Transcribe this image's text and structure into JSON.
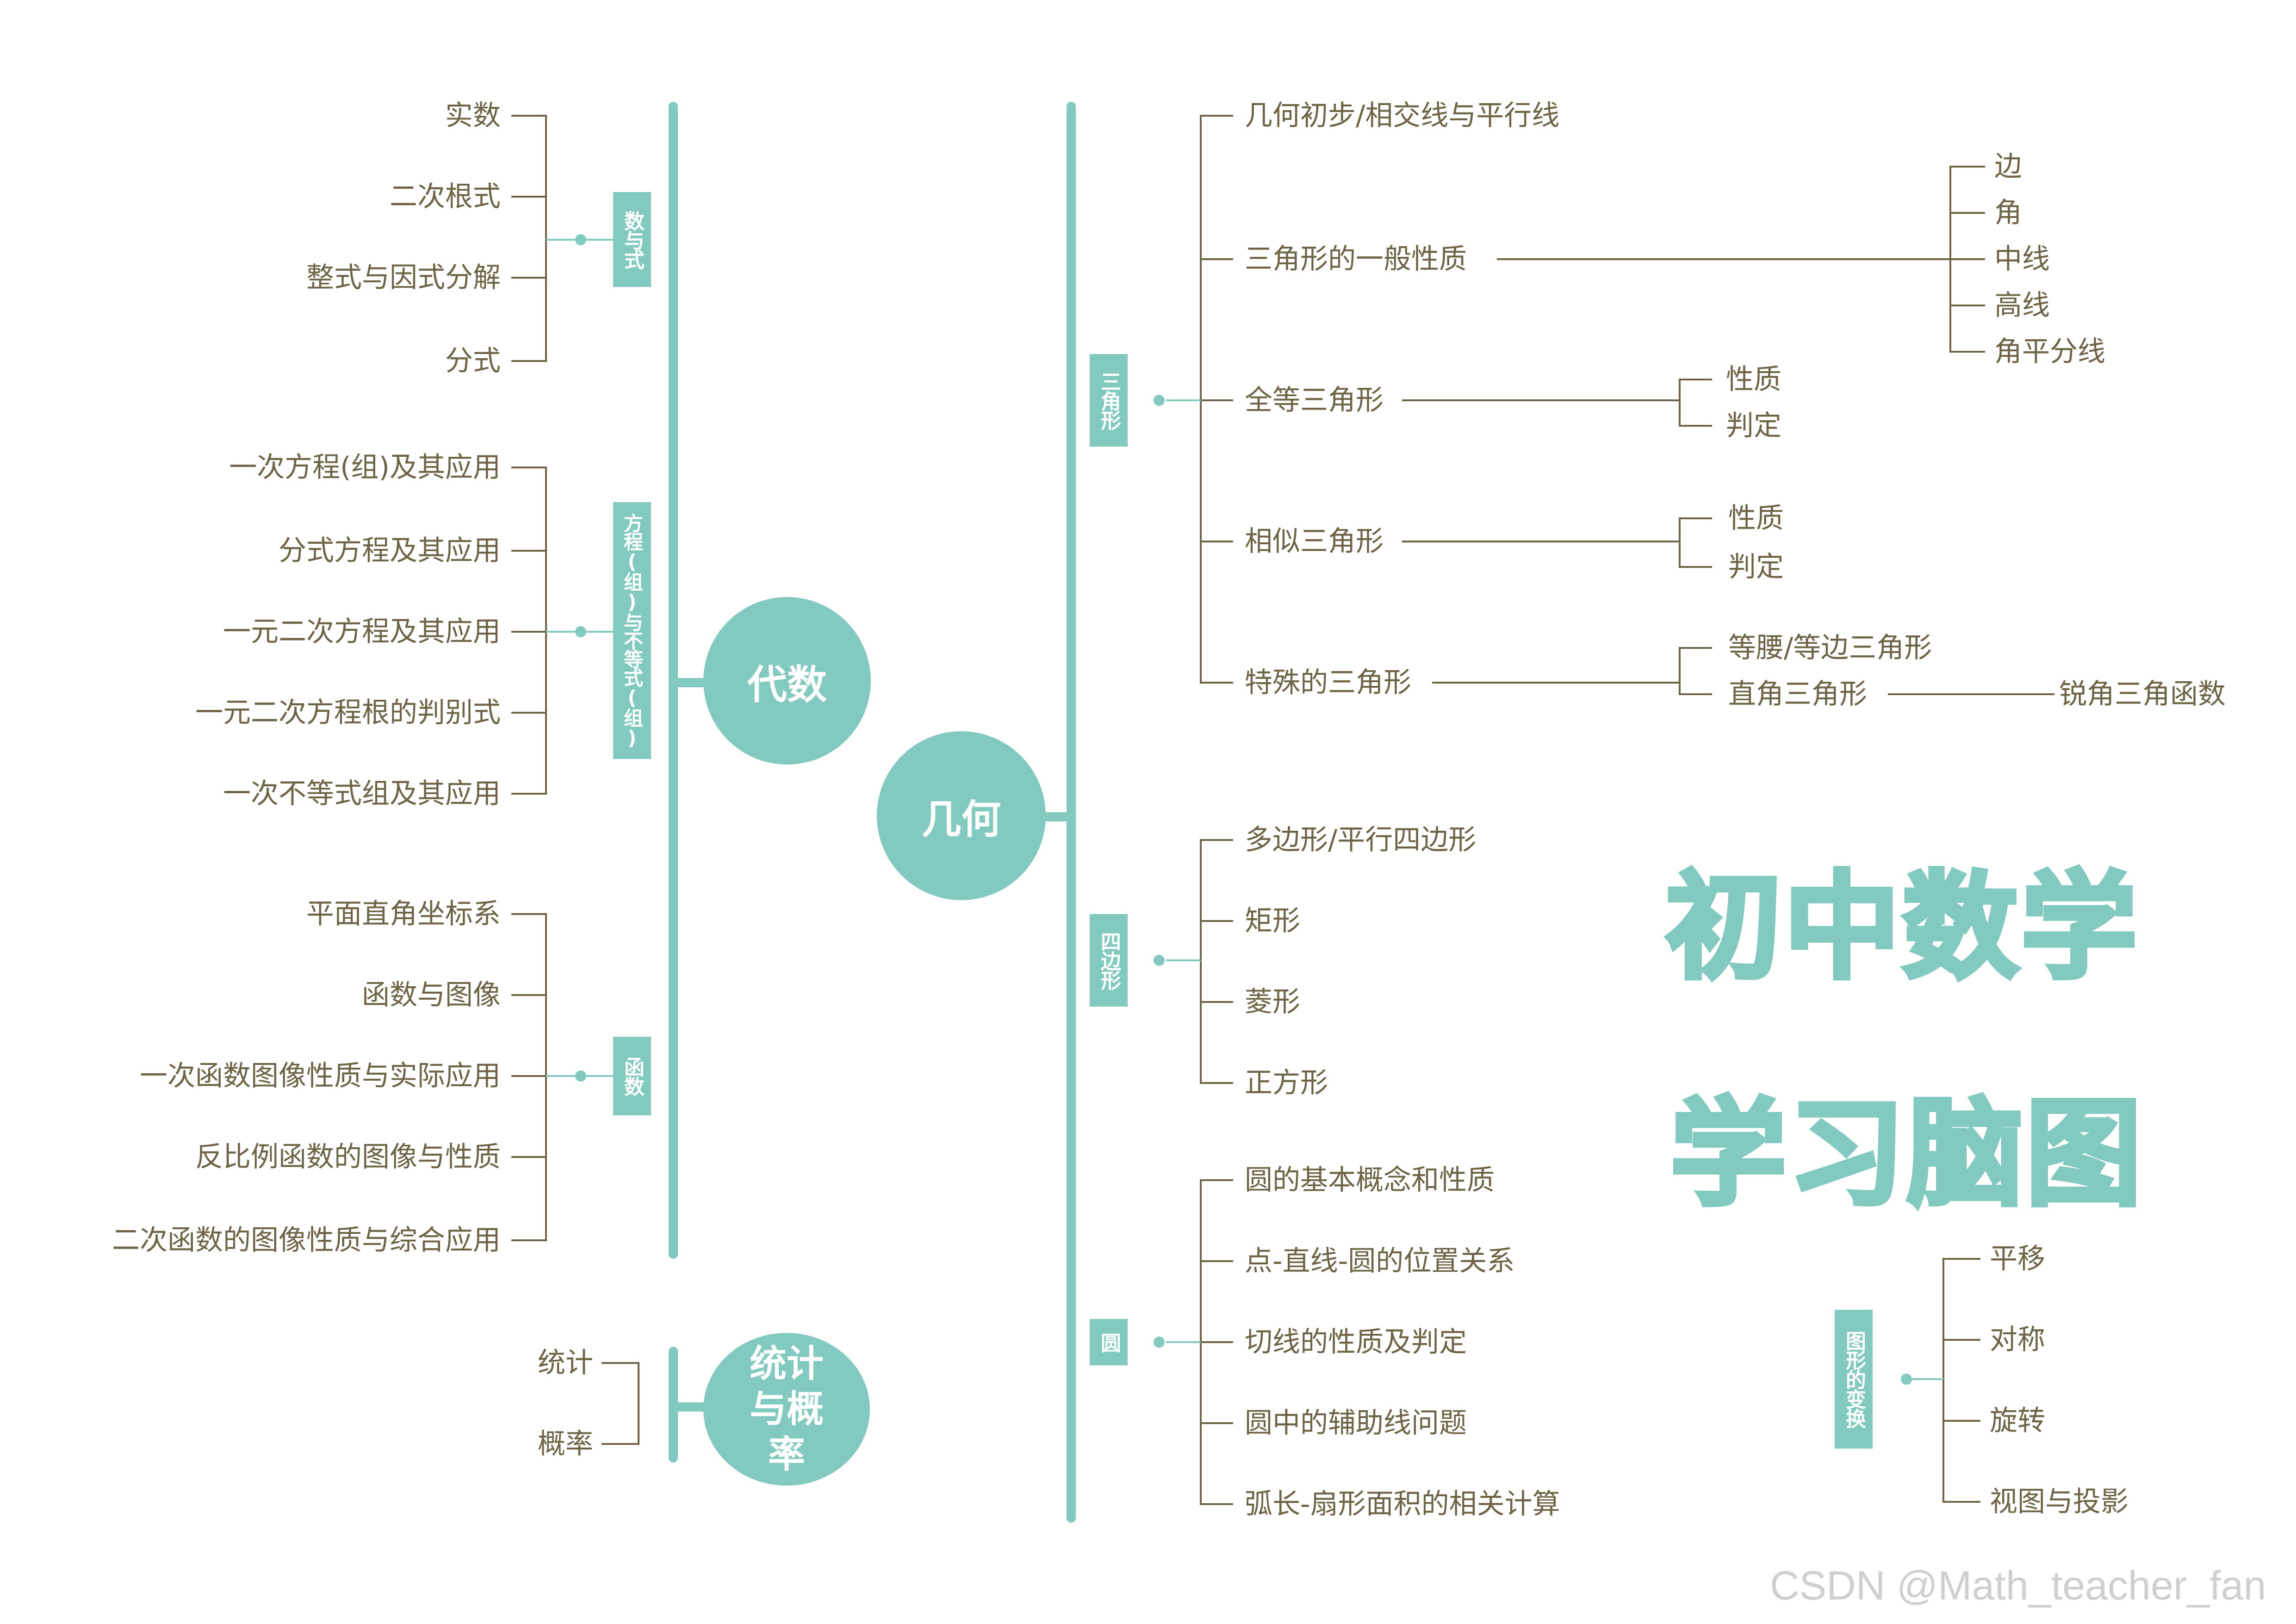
{
  "title": {
    "line1": "初中数学",
    "line2": "学习脑图"
  },
  "watermark": "CSDN @Math_teacher_fan",
  "colors": {
    "accent": "#82c9c0",
    "text": "#6e6445",
    "line": "#6e6445"
  },
  "center": {
    "label": "几何"
  },
  "algebra": {
    "label": "代数",
    "groups": [
      {
        "tag": "数与式",
        "items": [
          "实数",
          "二次根式",
          "整式与因式分解",
          "分式"
        ]
      },
      {
        "tag": "方程(组)与不等式(组)",
        "items": [
          "一次方程(组)及其应用",
          "分式方程及其应用",
          "一元二次方程及其应用",
          "一元二次方程根的判别式",
          "一次不等式组及其应用"
        ]
      },
      {
        "tag": "函数",
        "items": [
          "平面直角坐标系",
          "函数与图像",
          "一次函数图像性质与实际应用",
          "反比例函数的图像与性质",
          "二次函数的图像性质与综合应用"
        ]
      }
    ]
  },
  "stats": {
    "label": "统计与概率",
    "items": [
      "统计",
      "概率"
    ]
  },
  "geometry": {
    "triangle": {
      "tag": "三角形",
      "items": [
        "几何初步/相交线与平行线",
        "三角形的一般性质",
        "全等三角形",
        "相似三角形",
        "特殊的三角形"
      ],
      "general_sub": [
        "边",
        "角",
        "中线",
        "高线",
        "角平分线"
      ],
      "congruent_sub": [
        "性质",
        "判定"
      ],
      "similar_sub": [
        "性质",
        "判定"
      ],
      "special_sub": [
        "等腰/等边三角形",
        "直角三角形"
      ],
      "right_sub": "锐角三角函数"
    },
    "quad": {
      "tag": "四边形",
      "items": [
        "多边形/平行四边形",
        "矩形",
        "菱形",
        "正方形"
      ]
    },
    "circle": {
      "tag": "圆",
      "items": [
        "圆的基本概念和性质",
        "点-直线-圆的位置关系",
        "切线的性质及判定",
        "圆中的辅助线问题",
        "弧长-扇形面积的相关计算"
      ]
    },
    "transform": {
      "tag": "图形的变换",
      "items": [
        "平移",
        "对称",
        "旋转",
        "视图与投影"
      ]
    }
  }
}
